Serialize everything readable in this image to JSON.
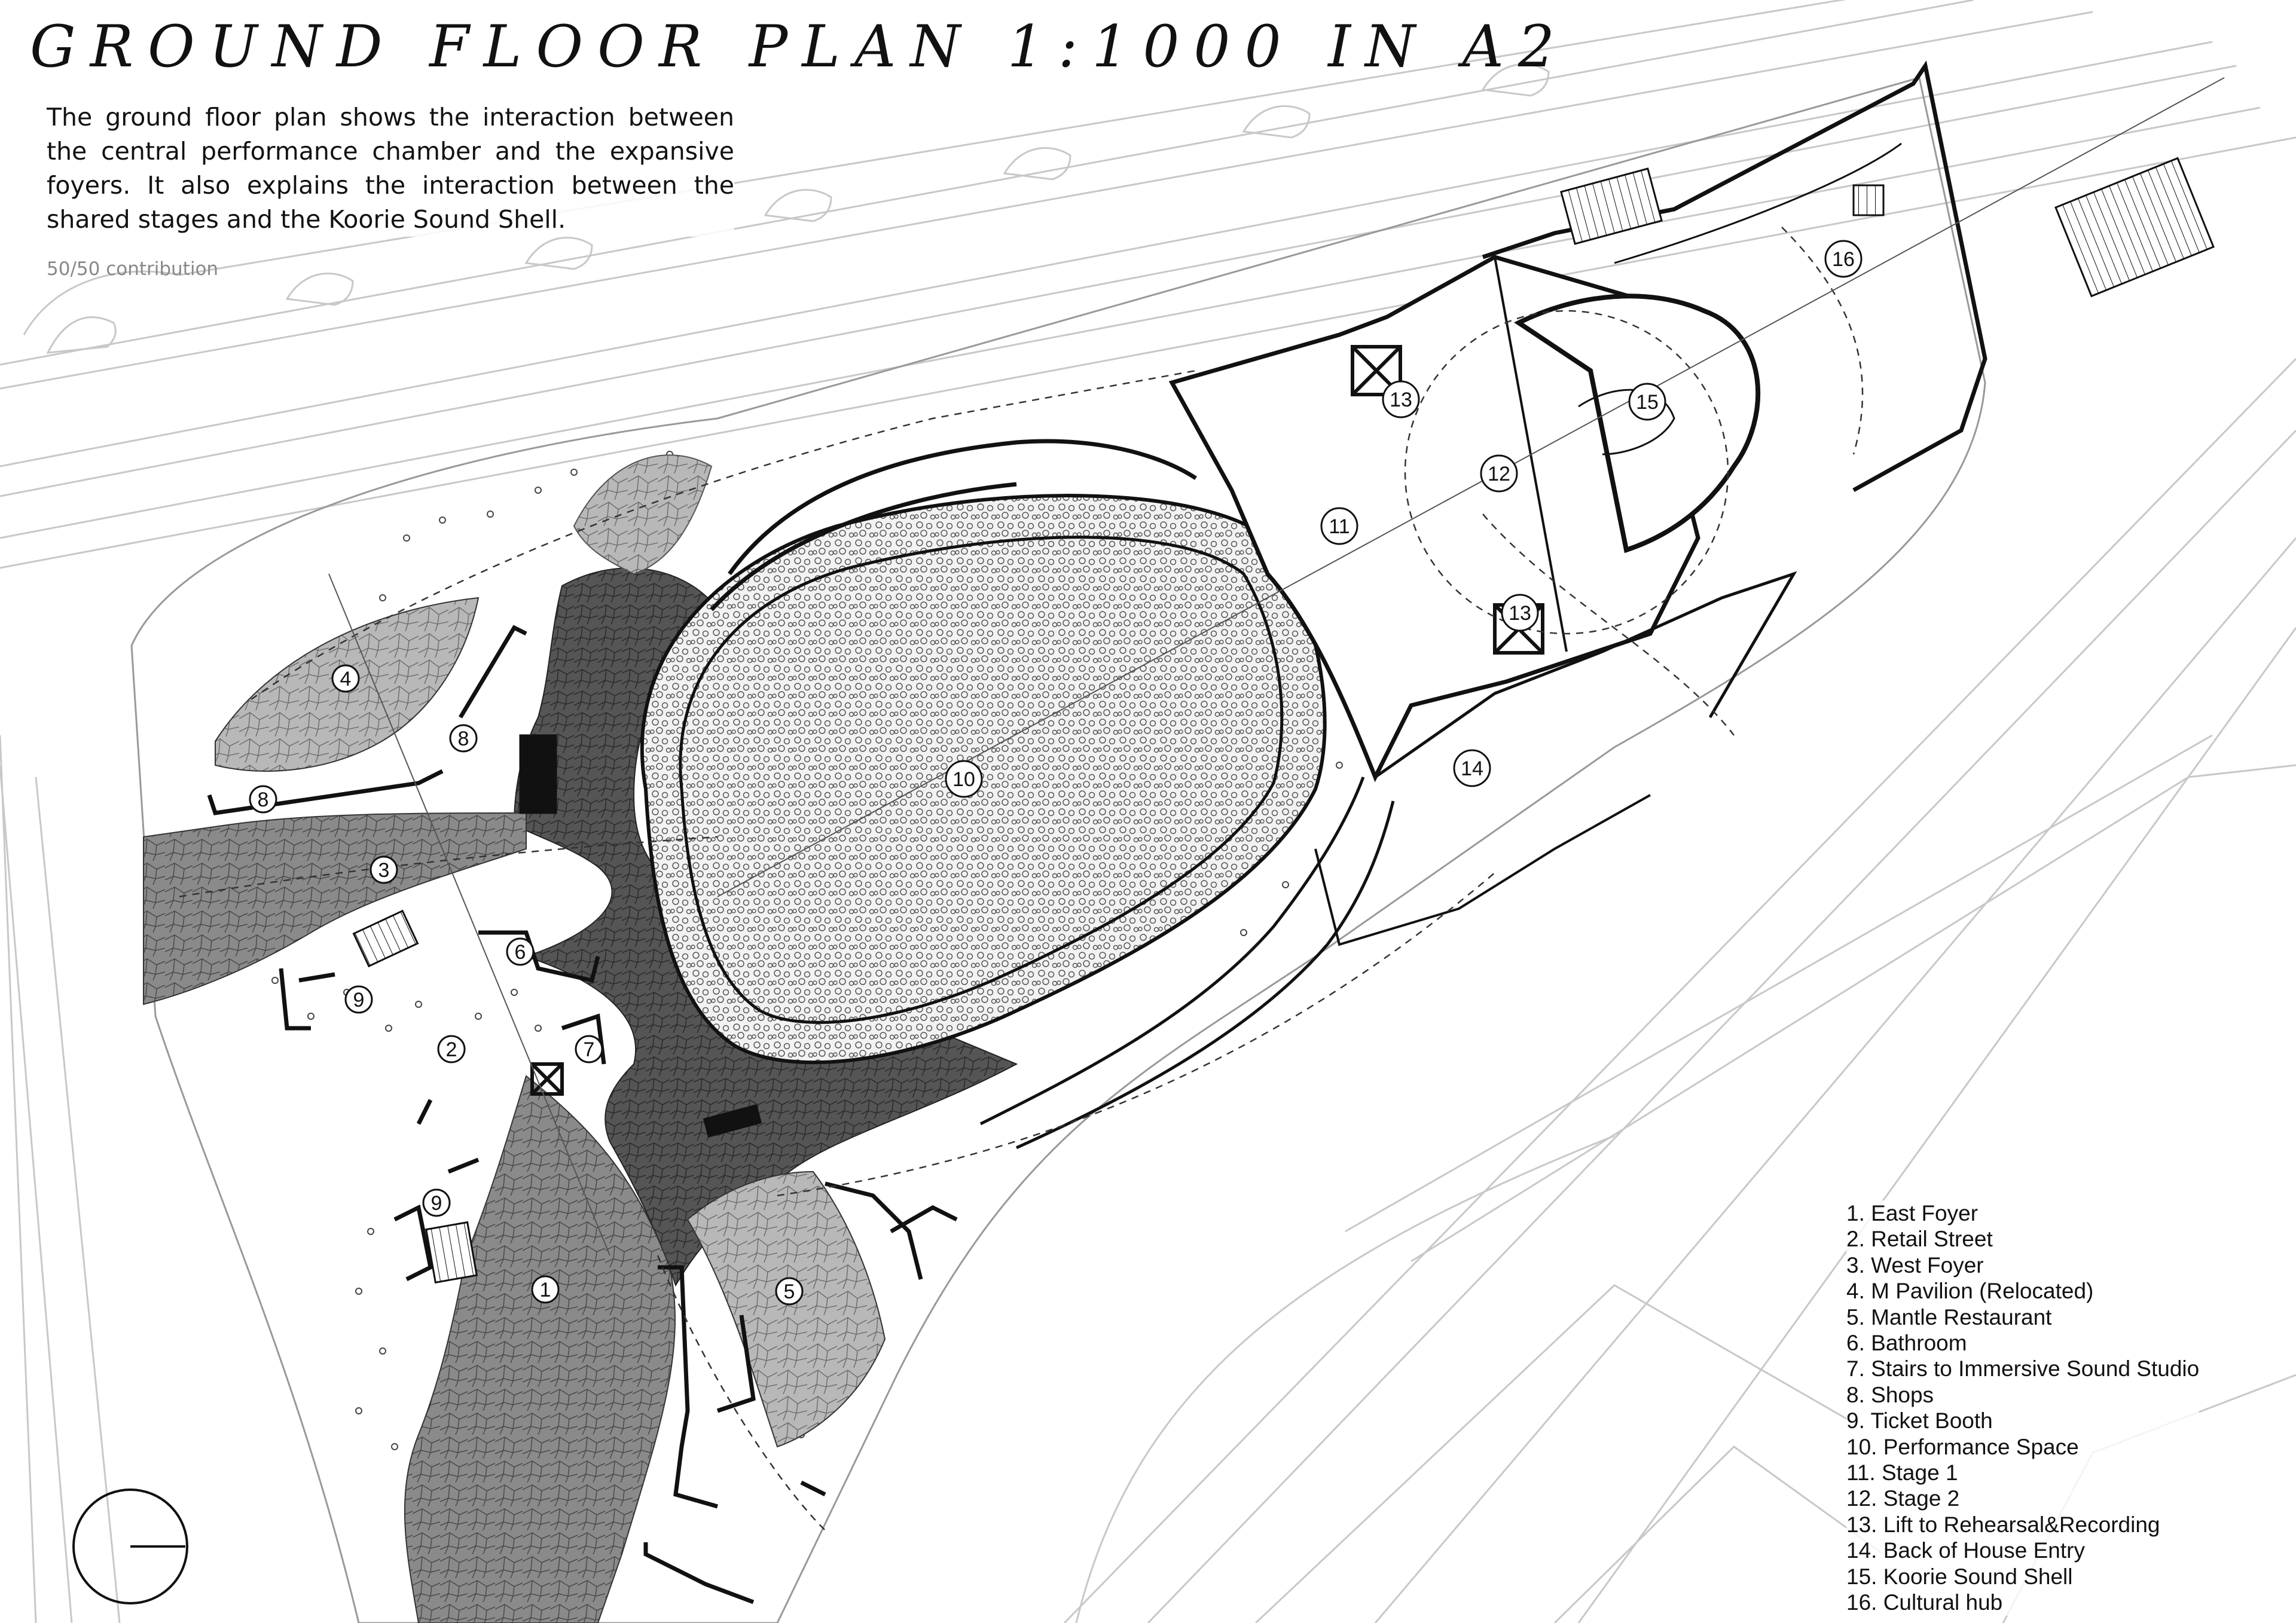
{
  "title": "GROUND FLOOR PLAN 1:1000 IN A2",
  "description": "The ground floor plan shows the interaction between the central performance chamber and the expansive foyers. It also explains the interaction between the shared stages and the Koorie Sound Shell.",
  "contribution": "50/50 contribution",
  "legend": [
    {
      "number": "1",
      "text": "1. East Foyer"
    },
    {
      "number": "2",
      "text": "2. Retail Street"
    },
    {
      "number": "3",
      "text": "3. West Foyer"
    },
    {
      "number": "4",
      "text": "4. M Pavilion (Relocated)"
    },
    {
      "number": "5",
      "text": "5. Mantle Restaurant"
    },
    {
      "number": "6",
      "text": "6. Bathroom"
    },
    {
      "number": "7",
      "text": "7. Stairs to Immersive Sound Studio"
    },
    {
      "number": "8",
      "text": "8. Shops"
    },
    {
      "number": "9",
      "text": "9. Ticket Booth"
    },
    {
      "number": "10",
      "text": "10. Performance Space"
    },
    {
      "number": "11",
      "text": "11. Stage 1"
    },
    {
      "number": "12",
      "text": "12. Stage 2"
    },
    {
      "number": "13",
      "text": "13. Lift to Rehearsal&Recording"
    },
    {
      "number": "14",
      "text": "14. Back of House Entry"
    },
    {
      "number": "15",
      "text": "15. Koorie Sound Shell"
    },
    {
      "number": "16",
      "text": "16. Cultural hub"
    }
  ],
  "plan_labels": [
    "1",
    "2",
    "3",
    "4",
    "5",
    "6",
    "7",
    "8",
    "8",
    "9",
    "9",
    "10",
    "11",
    "12",
    "13",
    "13",
    "14",
    "15",
    "16"
  ],
  "colors": {
    "line": "#111111",
    "context_line": "#c8c8c8",
    "dark_foyer": "#555555",
    "mid_foyer": "#8a8a8a",
    "light_foyer": "#b4b4b4",
    "performance_fill": "#eeeeee"
  }
}
